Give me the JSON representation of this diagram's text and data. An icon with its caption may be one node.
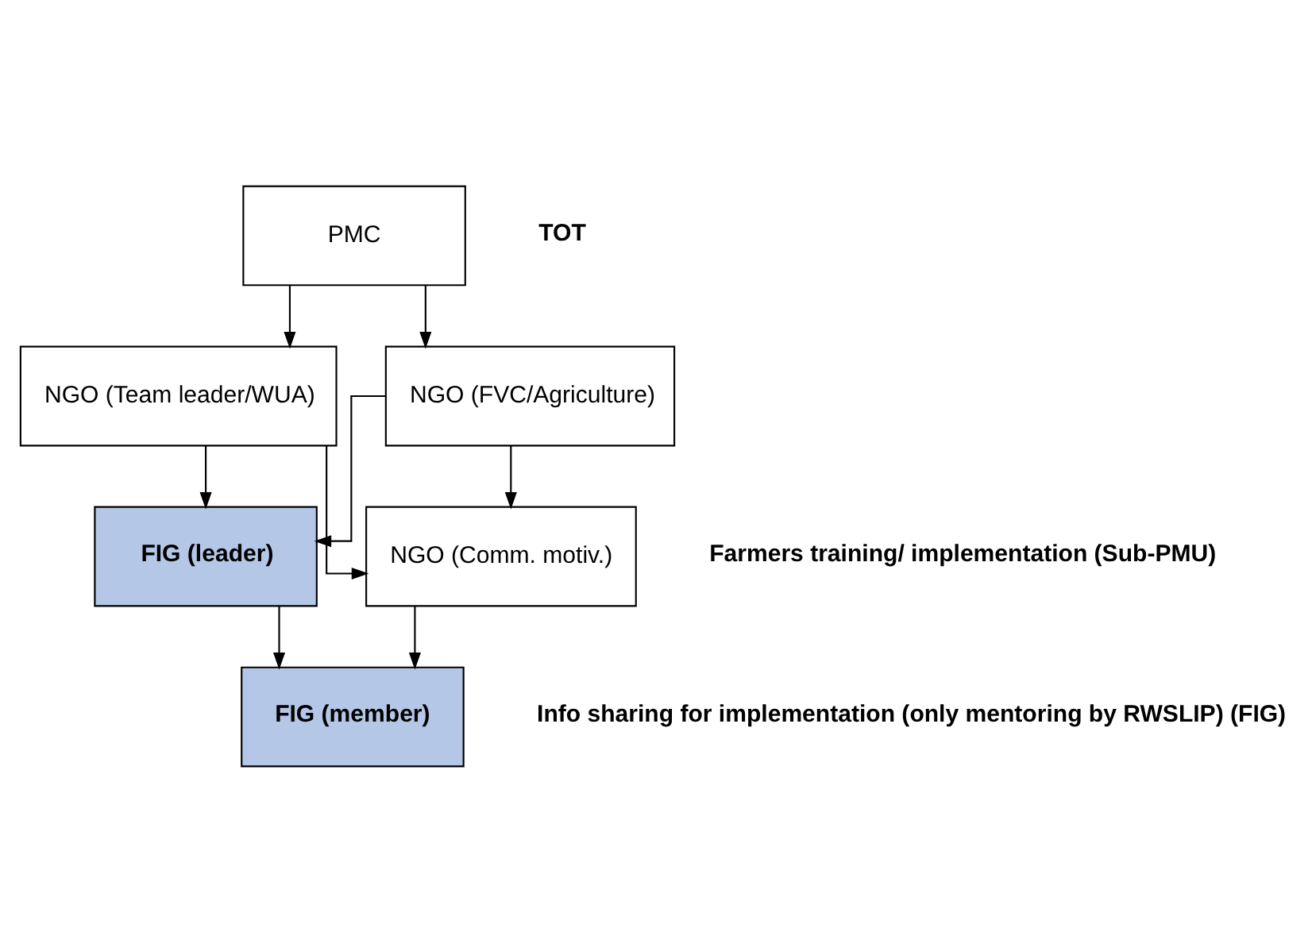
{
  "diagram": {
    "nodes": [
      {
        "text": [
          "PMC"
        ]
      },
      {
        "text": [
          "NGO (Team leader/WUA)"
        ]
      },
      {
        "text": [
          "NGO (FVC/Agriculture)"
        ]
      },
      {
        "text": [
          "FIG (leader)"
        ]
      },
      {
        "text": [
          "NGO (Comm. motiv.)"
        ]
      },
      {
        "text": [
          "FIG (member)"
        ]
      }
    ],
    "edges": [
      {
        "from": 0,
        "to": 1,
        "arrow": "to"
      },
      {
        "from": 0,
        "to": 2,
        "arrow": "to"
      },
      {
        "from": 1,
        "to": 3,
        "arrow": "to"
      },
      {
        "from": 1,
        "to": 4,
        "arrow": "to"
      },
      {
        "from": 2,
        "to": 3,
        "arrow": "to"
      },
      {
        "from": 2,
        "to": 4,
        "arrow": "to"
      },
      {
        "from": 3,
        "to": 5,
        "arrow": "to"
      },
      {
        "from": 4,
        "to": 5,
        "arrow": "to"
      }
    ],
    "labels": [
      "TOT",
      "Farmers training/ implementation (Sub-PMU)",
      "Info sharing for implementation (only mentoring by RWSLIP) (FIG)"
    ]
  }
}
